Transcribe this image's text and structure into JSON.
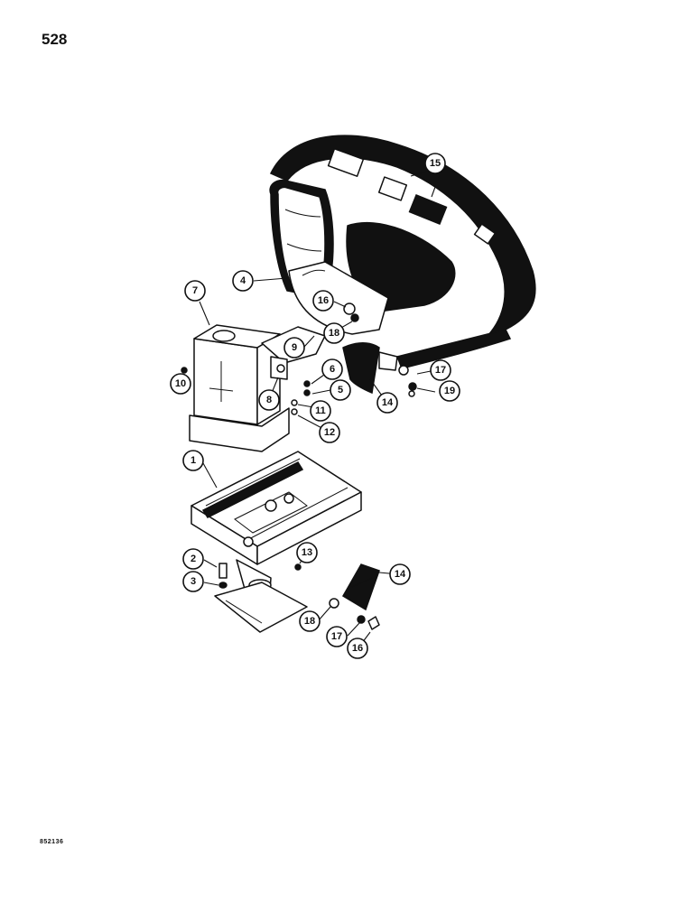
{
  "page": {
    "number": "528",
    "figure_code": "852136"
  },
  "callouts": [
    {
      "id": "c1",
      "label": "1"
    },
    {
      "id": "c2",
      "label": "2"
    },
    {
      "id": "c3",
      "label": "3"
    },
    {
      "id": "c4",
      "label": "4"
    },
    {
      "id": "c5",
      "label": "5"
    },
    {
      "id": "c6",
      "label": "6"
    },
    {
      "id": "c7",
      "label": "7"
    },
    {
      "id": "c8",
      "label": "8"
    },
    {
      "id": "c9",
      "label": "9"
    },
    {
      "id": "c10",
      "label": "10"
    },
    {
      "id": "c11",
      "label": "11"
    },
    {
      "id": "c12",
      "label": "12"
    },
    {
      "id": "c13",
      "label": "13"
    },
    {
      "id": "c14a",
      "label": "14"
    },
    {
      "id": "c14b",
      "label": "14"
    },
    {
      "id": "c15",
      "label": "15"
    },
    {
      "id": "c16a",
      "label": "16"
    },
    {
      "id": "c16b",
      "label": "16"
    },
    {
      "id": "c17a",
      "label": "17"
    },
    {
      "id": "c17b",
      "label": "17"
    },
    {
      "id": "c18a",
      "label": "18"
    },
    {
      "id": "c18b",
      "label": "18"
    },
    {
      "id": "c19",
      "label": "19"
    }
  ]
}
